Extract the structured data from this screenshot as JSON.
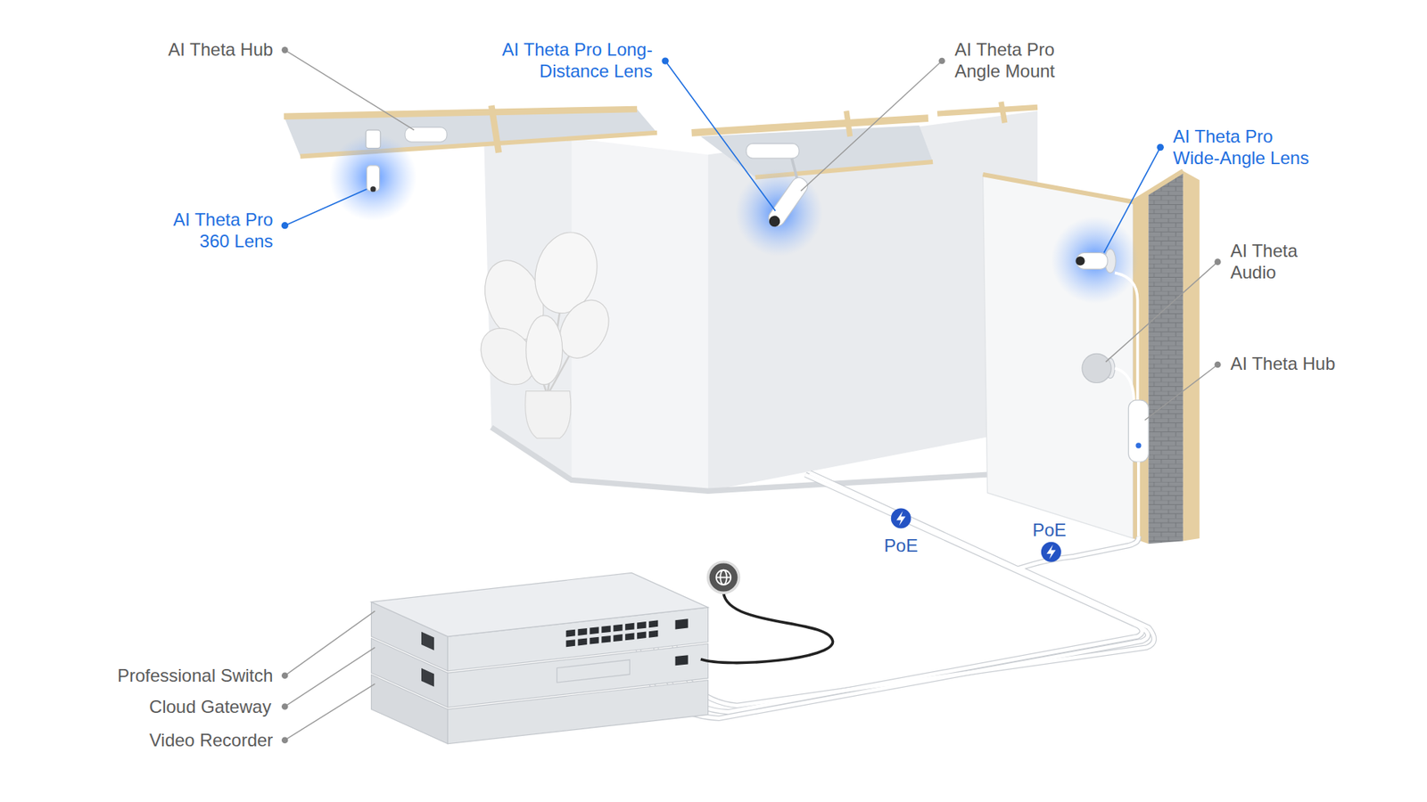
{
  "diagram": {
    "labels": [
      "AI Theta Hub",
      "AI Theta Pro Long-Distance Lens",
      "AI Theta Pro Angle Mount",
      "AI Theta Pro Wide-Angle Lens",
      "AI Theta Pro 360 Lens",
      "AI Theta Audio",
      "AI Theta Hub",
      "PoE",
      "PoE",
      "Professional Switch",
      "Cloud Gateway",
      "Video Recorder"
    ]
  }
}
